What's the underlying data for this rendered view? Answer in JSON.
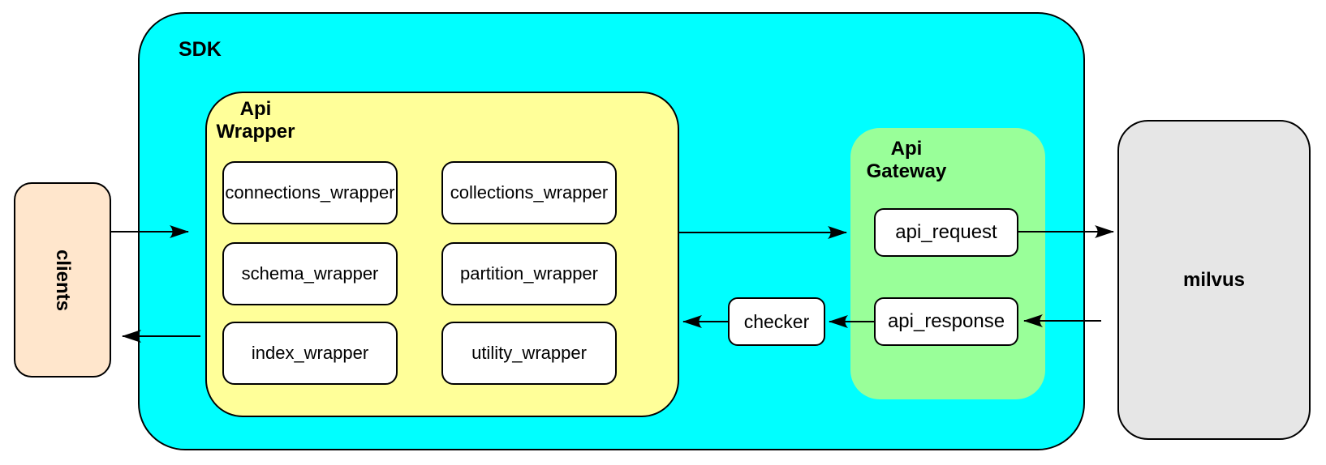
{
  "diagram": {
    "background": "#FFFFFF",
    "line_color": "#000000",
    "clients": {
      "label": "clients",
      "fill": "#FFE6CC"
    },
    "sdk": {
      "label": "SDK",
      "fill": "#00FFFF"
    },
    "api_wrapper": {
      "label": "Api\nWrapper",
      "fill": "#FFFF99",
      "modules": [
        "connections_wrapper",
        "collections_wrapper",
        "schema_wrapper",
        "partition_wrapper",
        "index_wrapper",
        "utility_wrapper"
      ]
    },
    "checker": {
      "label": "checker",
      "fill": "#FFFFFF"
    },
    "api_gateway": {
      "label": "Api\nGateway",
      "fill": "#99FF99",
      "request": "api_request",
      "response": "api_response"
    },
    "milvus": {
      "label": "milvus",
      "fill": "#E6E6E6"
    },
    "arrows": [
      {
        "from": "clients",
        "to": "sdk"
      },
      {
        "from": "sdk",
        "to": "clients"
      },
      {
        "from": "api_wrapper",
        "to": "api_gateway"
      },
      {
        "from": "checker",
        "to": "api_wrapper"
      },
      {
        "from": "api_response",
        "to": "checker"
      },
      {
        "from": "api_request",
        "to": "milvus"
      },
      {
        "from": "milvus",
        "to": "api_response"
      }
    ]
  }
}
